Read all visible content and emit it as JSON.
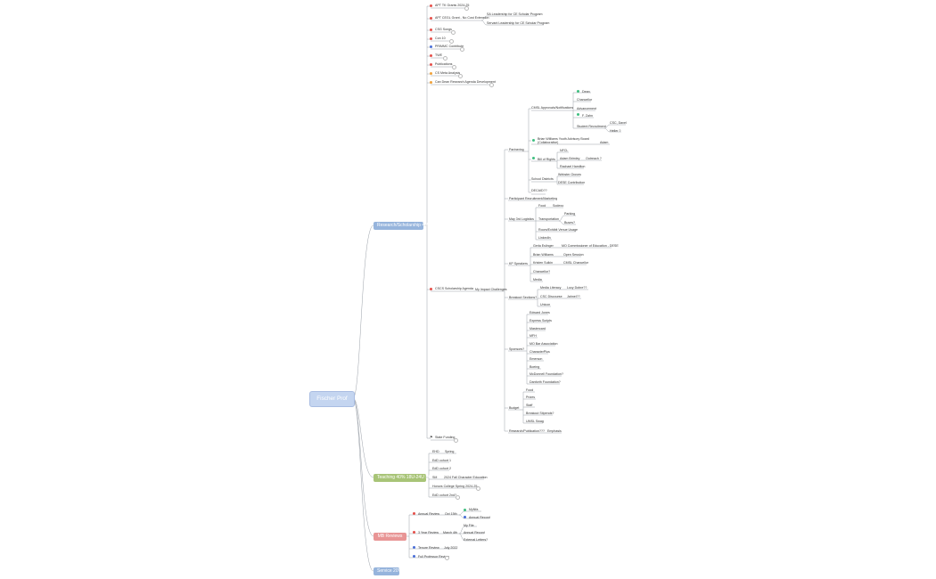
{
  "root": {
    "label": "Fischer Prof"
  },
  "branches": [
    {
      "id": "research",
      "label": "Research/Scholarship 40%",
      "color": "#96b4dc"
    },
    {
      "id": "teaching",
      "label": "Teaching 40% 18U-24U SCHs",
      "color": "#a8c477"
    },
    {
      "id": "mb",
      "label": "MB Reviews",
      "color": "#e89595"
    },
    {
      "id": "service",
      "label": "Service 20%",
      "color": "#96b4dc"
    }
  ],
  "research_items": [
    "APT TK Grants 2024-25",
    "APT CEGL Grant - No Cost Extension",
    "CSG Songs",
    "Con 10",
    "PRIMMC Contribute",
    "TWE",
    "Publications",
    "CS Meta Analysis",
    "Can Dean Research Agenda Development",
    "CSCS Scholarship Agenda",
    "State Funding"
  ],
  "cegl_children": [
    "SA Leadership for CE Scholar Program",
    "Servant Leadership for CE Scholar Program"
  ],
  "my_impact": "My Impact Challenges",
  "partnering": {
    "label": "Partnering",
    "cmsl": "CMSL Approvals/Notifications",
    "cmsl_items": [
      "Dean",
      "Chancellor",
      "Advancement",
      "F. Zahn",
      "Student Recruitment"
    ],
    "sr_items": [
      "CSC, Davel",
      "Heller ?"
    ],
    "brian": "Brian Williams Youth Advisory Board (Collaborative)",
    "brian_child": "Adam",
    "bor": "Bill of Rights",
    "bor_items": [
      "NFCL",
      "Adam Brimley",
      "Rachael Hamilton"
    ],
    "bor_sub": "Outreach ?",
    "school": "School Districts",
    "school_items": [
      "Webster Groves",
      "DESE Contribution"
    ],
    "discount": "DECAID??"
  },
  "participant": "Participant Recruitment/Marketing",
  "logistics": {
    "label": "May 3rd Logistics",
    "food": "Food",
    "food_child": "Sodexo",
    "transport": "Transportation",
    "transport_items": [
      "Parking",
      "Buses?"
    ],
    "rooms": "Room/Exhibit Venue Usage",
    "linkedin": "LinkedIn"
  },
  "speakers": {
    "label": "KP Speakers",
    "items": [
      "Gerla Eslinger",
      "Brian Williams",
      "Kristen Sulkin",
      "Chancellor?",
      "Media"
    ],
    "subs": [
      "MO Commissioner of Education - DESE",
      "Open Session",
      "CMSL Chancellor"
    ]
  },
  "breakout": {
    "label": "Breakout Sections?",
    "items": [
      "Media Literacy",
      "CSC Discourse",
      "Unicon"
    ],
    "subs": [
      "Lucy Dobre??",
      "Jahnel??"
    ]
  },
  "sponsors": {
    "label": "Sponsors?",
    "items": [
      "Edward Jones",
      "Express Scripts",
      "Mastercard",
      "MFH",
      "MO Bar Association",
      "CharacterPlus",
      "Emerson",
      "Boeing",
      "McDonnell Foundation?",
      "Danforth Foundation?"
    ]
  },
  "budget": {
    "label": "Budget",
    "items": [
      "Food",
      "Prizes",
      "Staff",
      "Breakout Stipends?",
      "UMSL Swag"
    ]
  },
  "research_pub": "Research/Publication???",
  "research_pub_child": "Emphasis",
  "teaching_items": [
    "EHD",
    "EdD cohort 1",
    "EdD cohort 2",
    "SM",
    "Honors College Spring 2024-25",
    "EdD cohort 2nd?"
  ],
  "teaching_subs": [
    "Spring",
    "2024 Fall Character Education"
  ],
  "mb_items": [
    "Annual Review",
    "3 Year Review",
    "Tenure Review",
    "Full Professor Review"
  ],
  "mb_annual": "Oct 15th",
  "mb_annual_items": [
    "MyNfa",
    "Annual Record"
  ],
  "mb_3yr": "March 4th",
  "mb_3yr_items": [
    "My File",
    "Annual Record",
    "External Letters?"
  ],
  "mb_tenure": "July 2022"
}
